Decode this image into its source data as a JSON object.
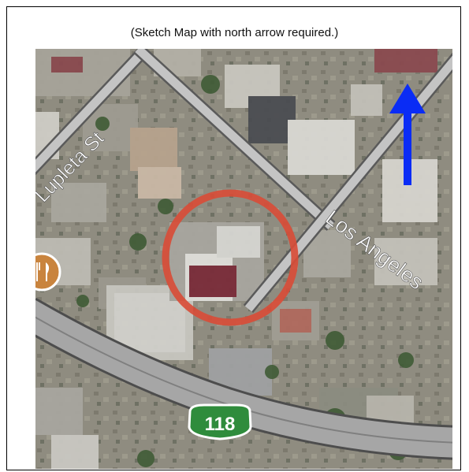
{
  "caption": "(Sketch Map with north arrow required.)",
  "map": {
    "streets": {
      "north_west": "Lupleta St",
      "east": "Los Angeles"
    },
    "highway_shield": "118",
    "poi_icon": "restaurant-icon",
    "marker": "location-circle",
    "north_arrow": "north-arrow-icon",
    "colors": {
      "marker": "#d94b36",
      "arrow": "#0a2cf5",
      "shield": "#2f8c3c",
      "poi": "#c9843e"
    }
  }
}
